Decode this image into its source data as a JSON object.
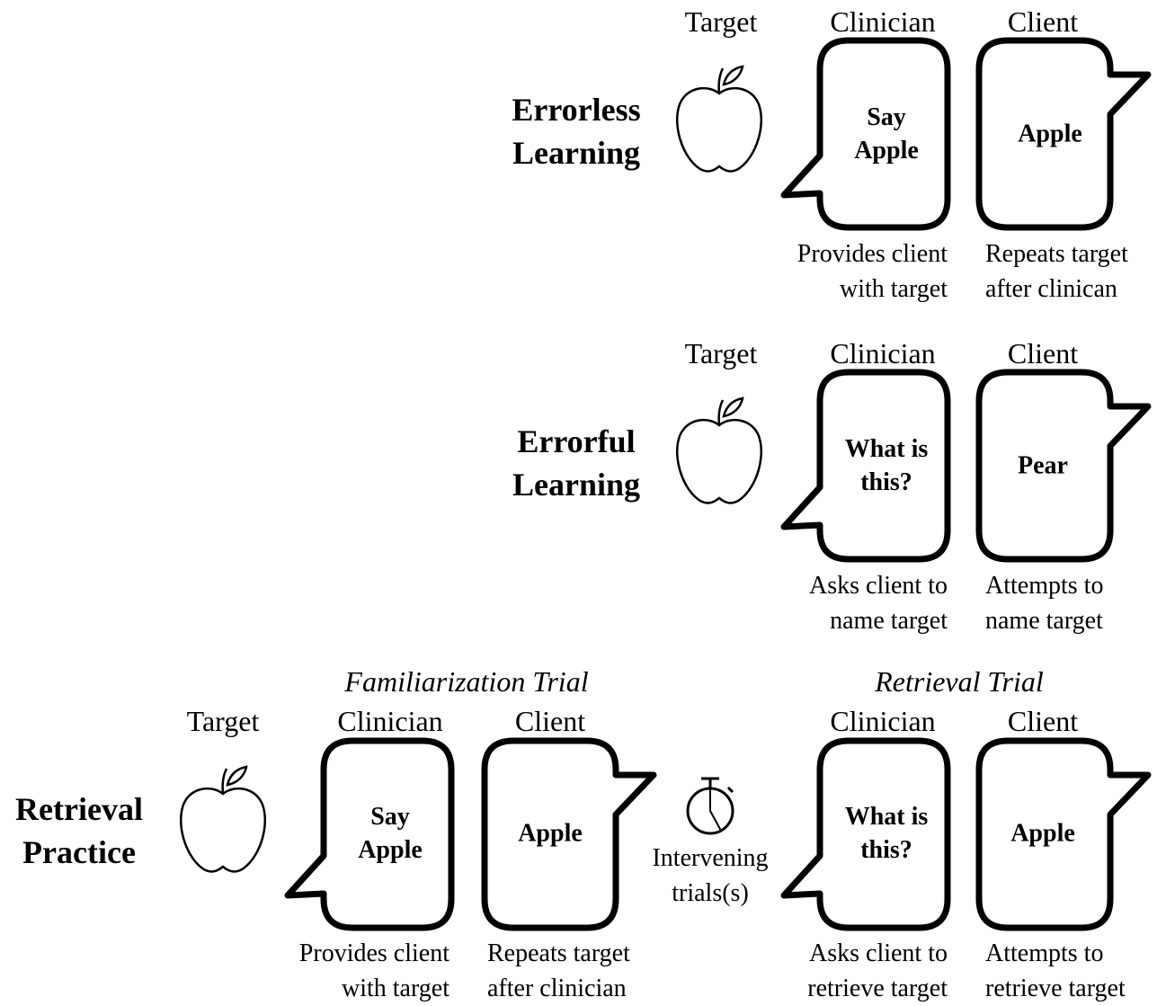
{
  "rows": {
    "errorless": {
      "title": [
        "Errorless",
        "Learning"
      ],
      "target_label": "Target",
      "clinician_label": "Clinician",
      "client_label": "Client",
      "clinician_says": [
        "Say",
        "Apple"
      ],
      "client_says": [
        "Apple"
      ],
      "clinician_caption": [
        "Provides client",
        "with target"
      ],
      "client_caption": [
        "Repeats target",
        "after clinican"
      ]
    },
    "errorful": {
      "title": [
        "Errorful",
        "Learning"
      ],
      "target_label": "Target",
      "clinician_label": "Clinician",
      "client_label": "Client",
      "clinician_says": [
        "What is",
        "this?"
      ],
      "client_says": [
        "Pear"
      ],
      "clinician_caption": [
        "Asks client to",
        "name target"
      ],
      "client_caption": [
        "Attempts to",
        "name target"
      ]
    },
    "retrieval": {
      "title": [
        "Retrieval",
        "Practice"
      ],
      "target_label": "Target",
      "familiarization_heading": "Familiarization Trial",
      "retrieval_heading": "Retrieval Trial",
      "fam_clinician_label": "Clinician",
      "fam_client_label": "Client",
      "ret_clinician_label": "Clinician",
      "ret_client_label": "Client",
      "fam_clinician_says": [
        "Say",
        "Apple"
      ],
      "fam_client_says": [
        "Apple"
      ],
      "ret_clinician_says": [
        "What is",
        "this?"
      ],
      "ret_client_says": [
        "Apple"
      ],
      "fam_clinician_caption": [
        "Provides client",
        "with target"
      ],
      "fam_client_caption": [
        "Repeats target",
        "after clinician"
      ],
      "ret_clinician_caption": [
        "Asks client to",
        "retrieve target"
      ],
      "ret_client_caption": [
        "Attempts to",
        "retrieve target"
      ],
      "timer_caption": [
        "Intervening",
        "trials(s)"
      ]
    }
  },
  "icons": {
    "target": "apple-icon",
    "timer": "stopwatch-icon"
  },
  "colors": {
    "ink": "#000000",
    "background": "#ffffff"
  }
}
